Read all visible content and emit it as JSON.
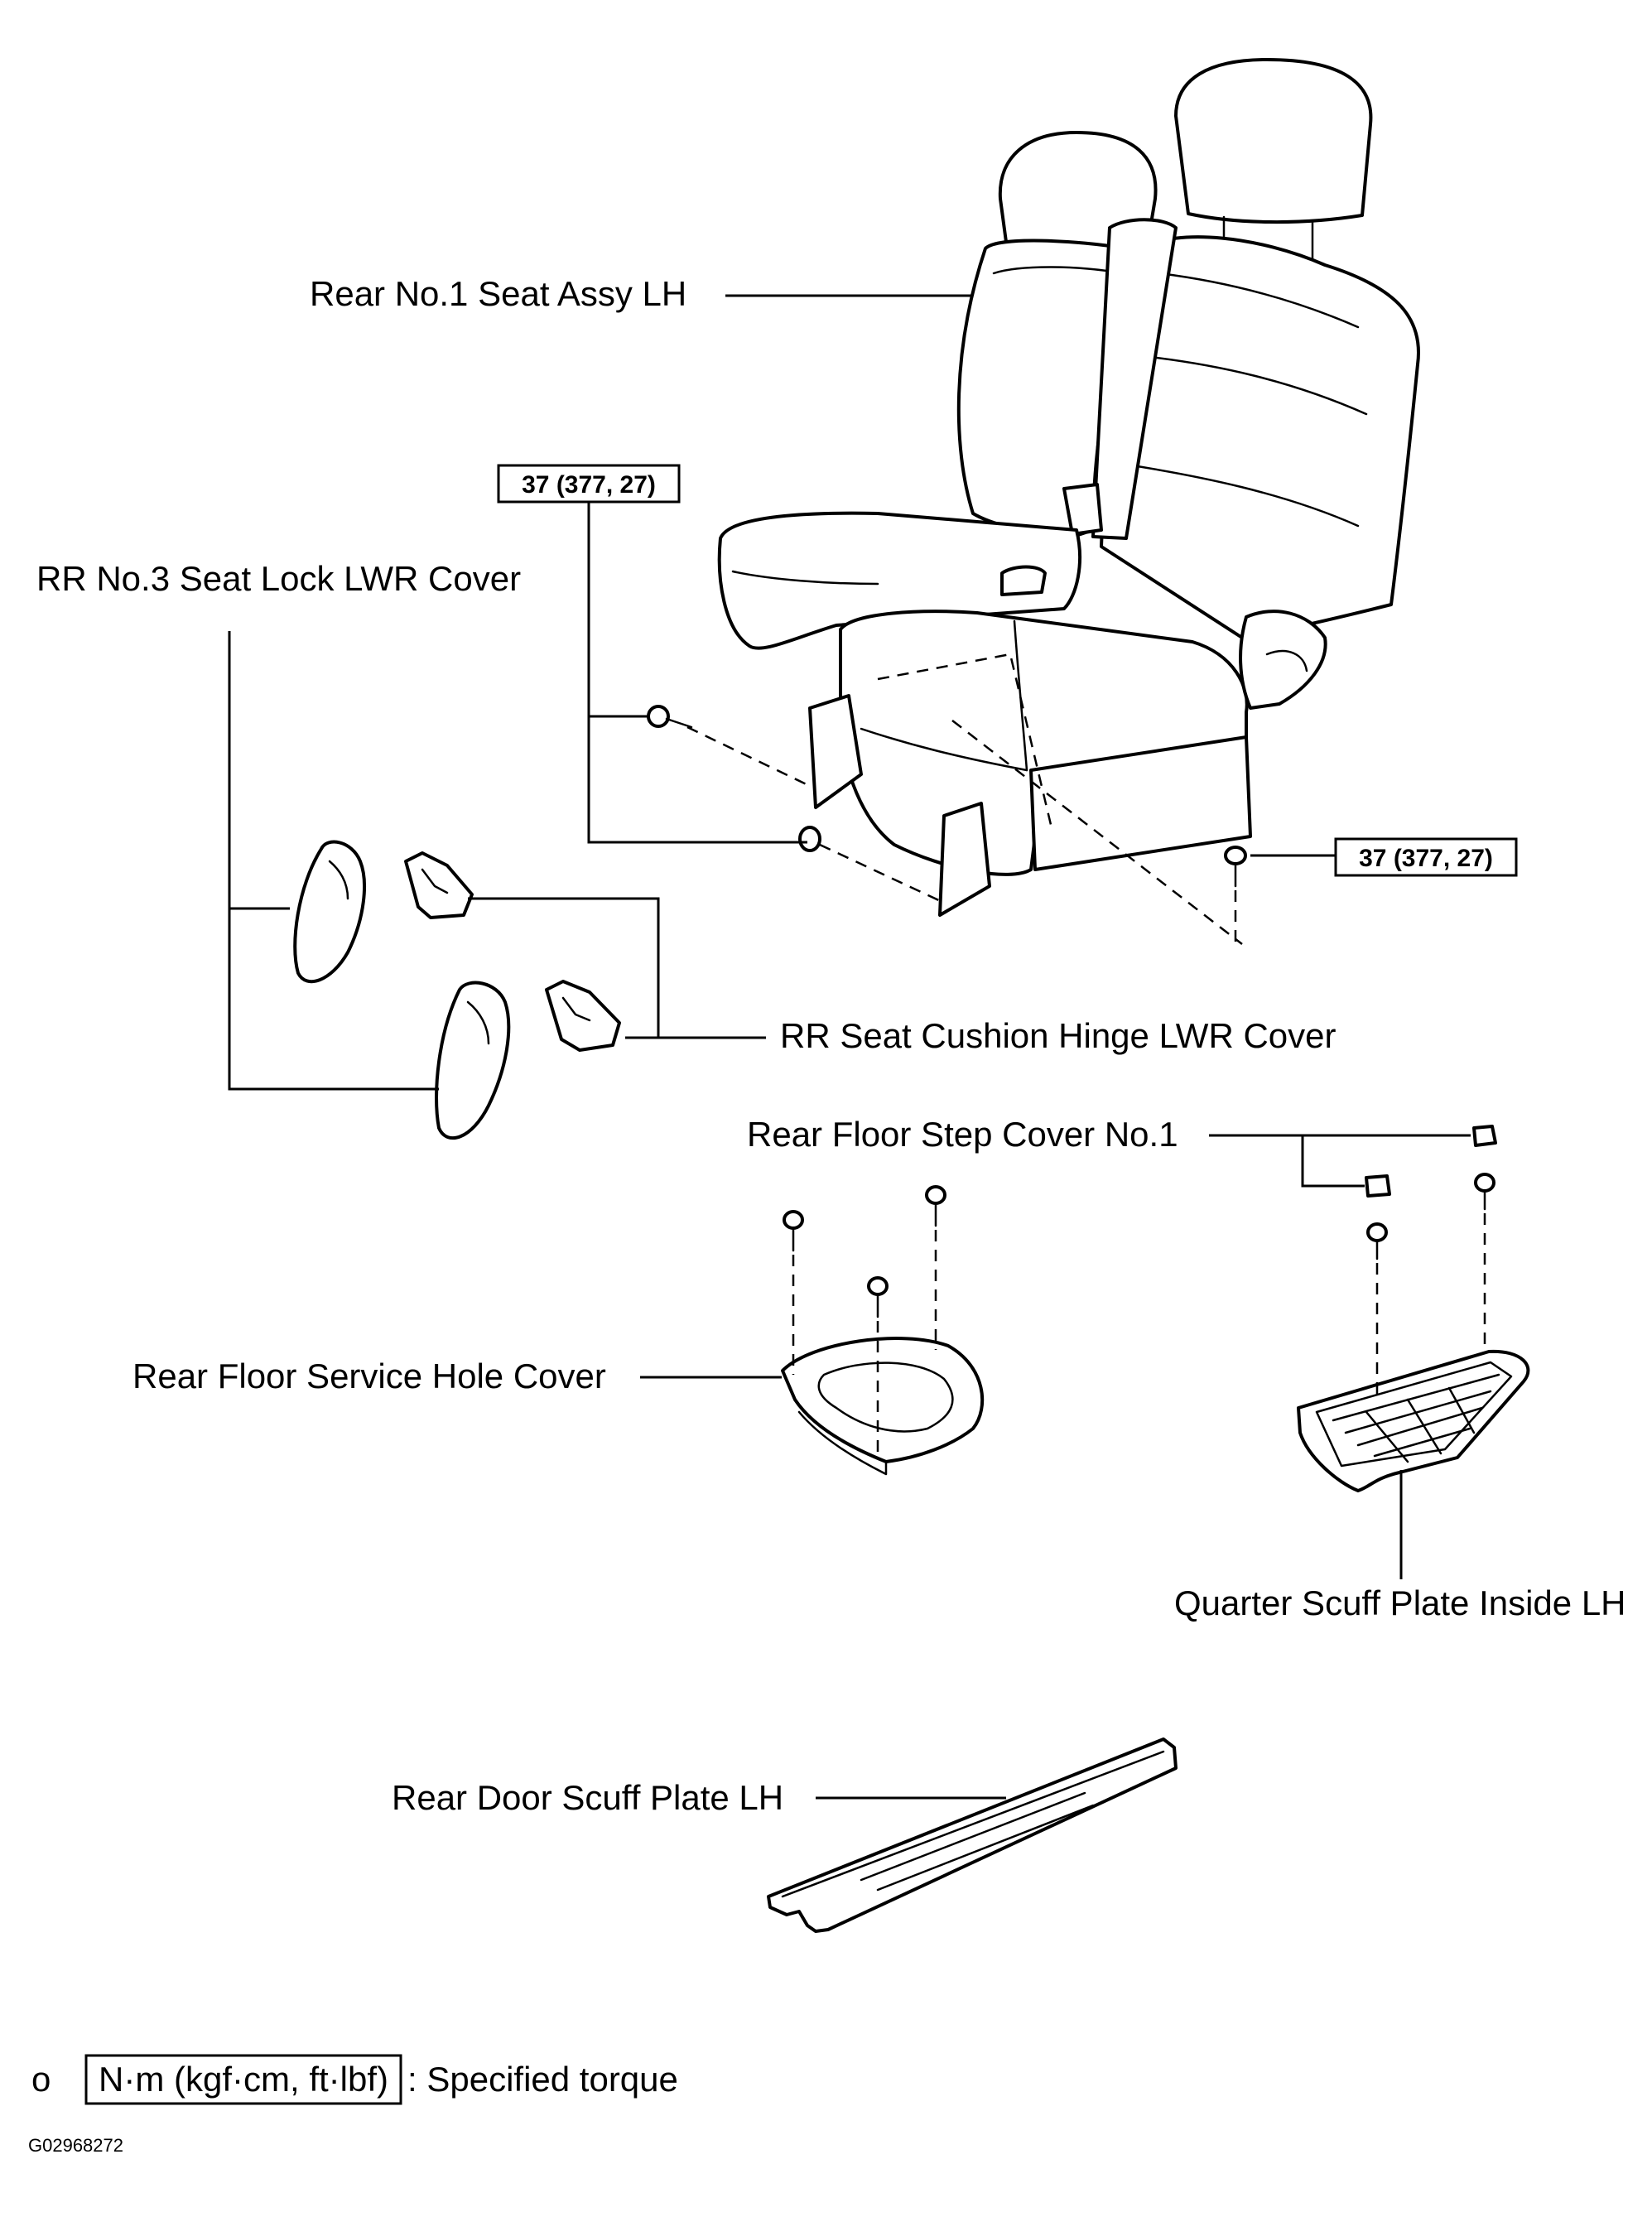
{
  "labels": {
    "rear_seat": "Rear No.1 Seat Assy LH",
    "seat_lock_cover": "RR No.3 Seat Lock LWR Cover",
    "hinge_cover": "RR Seat Cushion Hinge LWR Cover",
    "step_cover": "Rear Floor Step Cover No.1",
    "service_hole_cover": "Rear Floor Service Hole Cover",
    "quarter_scuff": "Quarter Scuff Plate Inside LH",
    "door_scuff": "Rear Door Scuff Plate LH"
  },
  "torque": {
    "left": "37 (377, 27)",
    "right": "37 (377, 27)"
  },
  "legend": {
    "symbol": "o",
    "unit": "N·m (kgf·cm, ft·lbf)",
    "text": ": Specified torque"
  },
  "figure_code": "G02968272"
}
